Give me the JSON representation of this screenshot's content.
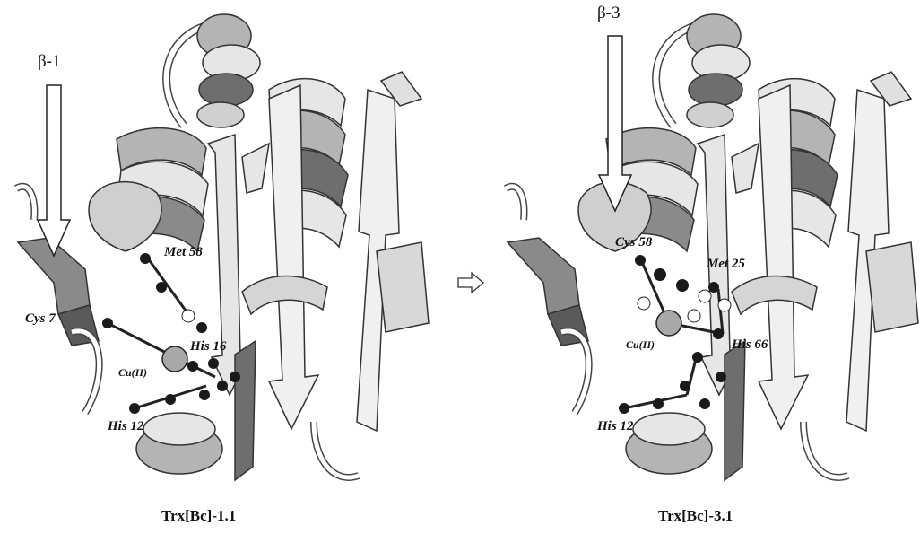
{
  "left": {
    "strand_label": "β-1",
    "caption": "Trx[Bc]-1.1",
    "labels": {
      "residue_a": "Met 58",
      "residue_b": "Cys 7",
      "residue_c": "His 16",
      "metal": "Cu(II)",
      "residue_d": "His 12"
    }
  },
  "right": {
    "strand_label": "β-3",
    "caption": "Trx[Bc]-3.1",
    "labels": {
      "residue_a": "Cys 58",
      "residue_b": "Met 25",
      "residue_c": "His 66",
      "metal": "Cu(II)",
      "residue_d": "His 12"
    }
  },
  "colors": {
    "ribbon_light": "#e6e6e6",
    "ribbon_mid": "#b4b4b4",
    "ribbon_dark": "#6e6e6e",
    "atom_dark": "#1a1a1a",
    "metal": "#a8a8a8"
  },
  "icons": [
    "down-arrow-icon",
    "right-arrow-icon"
  ]
}
